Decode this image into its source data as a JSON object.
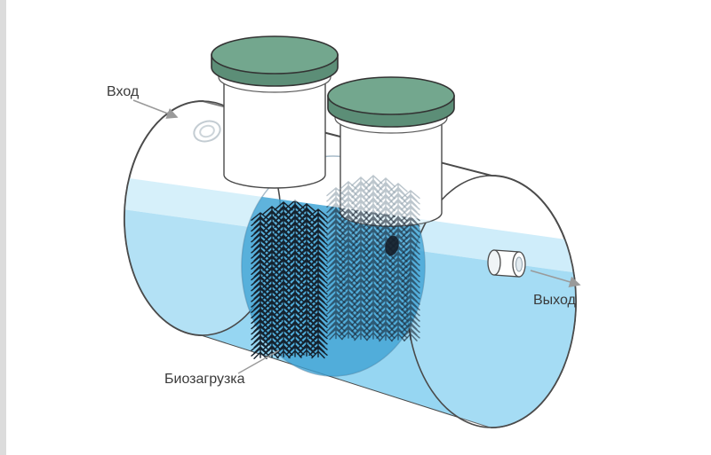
{
  "diagram": {
    "labels": {
      "inlet": "Вход",
      "outlet": "Выход",
      "bio_media": "Биозагрузка"
    },
    "colors": {
      "water": "#96d6f2",
      "water_surface": "#c7eaf9",
      "baffle_disk": "#3ea2d4",
      "lid_top": "#73a78e",
      "lid_side": "#5c8e77",
      "outline": "#4a4a4a",
      "brush_dark": "#15222e",
      "brush_faded": "#90a0ab",
      "arrow_gray": "#9a9a9a",
      "label_text": "#3a3a3a"
    }
  }
}
